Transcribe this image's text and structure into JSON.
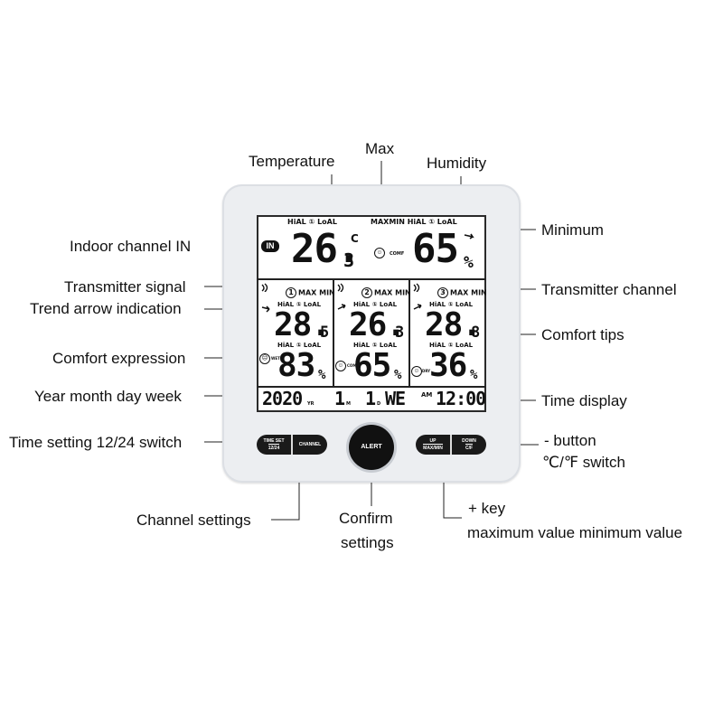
{
  "callouts": {
    "temperature": "Temperature",
    "max": "Max",
    "humidity": "Humidity",
    "minimum": "Minimum",
    "indoor_channel": "Indoor channel IN",
    "transmitter_signal": "Transmitter signal",
    "transmitter_channel": "Transmitter channel",
    "trend_arrow": "Trend arrow indication",
    "comfort_tips": "Comfort tips",
    "comfort_expression": "Comfort expression",
    "year_month_day_week": "Year month day week",
    "time_display": "Time display",
    "time_setting_switch": "Time setting 12/24 switch",
    "minus_button": "- button",
    "unit_switch": "℃/℉ switch",
    "channel_settings": "Channel settings",
    "confirm_settings_line1": "Confirm",
    "confirm_settings_line2": "settings",
    "plus_key": "+ key",
    "max_min_value": "maximum value minimum value"
  },
  "lcd": {
    "top_left_labels": "HiAL ① LoAL",
    "top_right_labels": "MAXMIN HiAL ① LoAL",
    "in_badge": "IN",
    "indoor_temp_int": "26.",
    "indoor_temp_dec": "3",
    "unit_c": "C",
    "comf_label": "COMF",
    "indoor_humidity": "65",
    "percent": "%",
    "channels": [
      {
        "num": "1",
        "max_min": "MAX MIN",
        "hilo": "HiAL ① LoAL",
        "temp_int": "28.",
        "temp_dec": "5",
        "hilo2": "HiAL ① LoAL",
        "humidity": "83",
        "comfort": "WET"
      },
      {
        "num": "2",
        "max_min": "MAX MIN",
        "hilo": "HiAL ① LoAL",
        "temp_int": "26.",
        "temp_dec": "3",
        "hilo2": "HiAL ① LoAL",
        "humidity": "65",
        "comfort": "COMF"
      },
      {
        "num": "3",
        "max_min": "MAX MIN",
        "hilo": "HiAL ① LoAL",
        "temp_int": "28.",
        "temp_dec": "8",
        "hilo2": "HiAL ① LoAL",
        "humidity": "36",
        "comfort": "DRY"
      }
    ],
    "year": "2020",
    "yr_label": "YR",
    "month": "1",
    "month_label": "M",
    "day": "1",
    "day_label": "D",
    "weekday": "WE",
    "am": "AM",
    "time": "12:00"
  },
  "buttons": {
    "time_set_top": "TIME SET",
    "time_set_sub": "12/24",
    "channel": "CHANNEL",
    "alert": "ALERT",
    "up_top": "UP",
    "up_sub": "MAX/MIN",
    "down_top": "DOWN",
    "down_sub": "C/F"
  },
  "icons": {
    "signal": "signal-waves-icon",
    "trend": "trend-arrow-icon",
    "face_happy": "smiley-face-icon",
    "face_sad": "sad-face-icon"
  },
  "colors": {
    "device_body": "#eceef1",
    "lcd_background": "#ffffff",
    "button_black": "#111111"
  }
}
